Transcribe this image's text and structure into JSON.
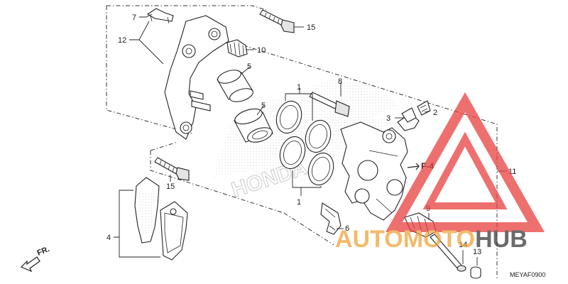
{
  "diagram": {
    "callouts": [
      "1",
      "1",
      "2",
      "3",
      "4",
      "5",
      "5",
      "6",
      "7",
      "8",
      "9",
      "10",
      "11",
      "12",
      "13",
      "14",
      "15",
      "15"
    ],
    "section_ref": "F-4",
    "direction_label": "FR.",
    "diagram_code": "MEYAF0900",
    "watermark_brand": "HONDA"
  },
  "watermark": {
    "text_part1": "AUTO",
    "text_part2": "MOTO",
    "text_part3": "HUB",
    "color_red": "#e8413f",
    "color_orange": "#f0a33a",
    "color_dark": "#3a3a3a"
  }
}
